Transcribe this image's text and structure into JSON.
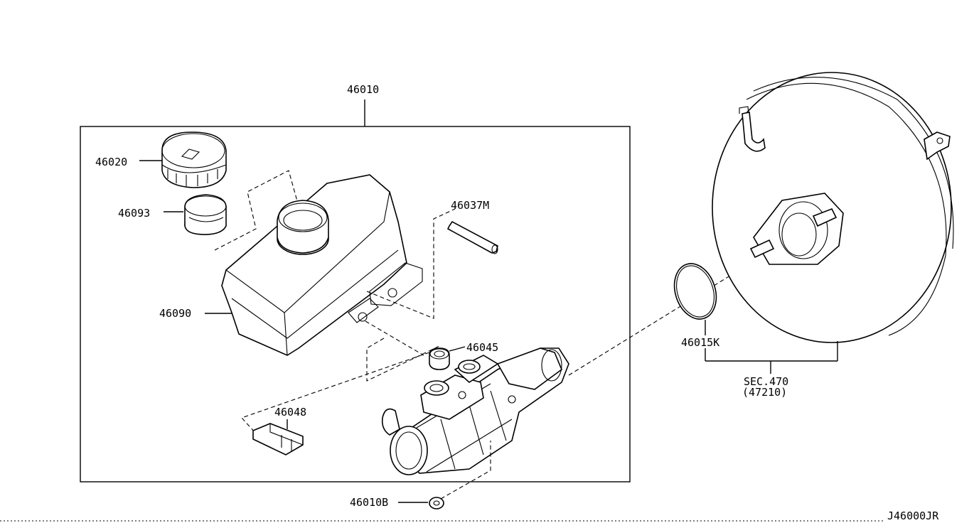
{
  "diagram": {
    "labels": {
      "assembly": "46010",
      "cap": "46020",
      "strainer": "46093",
      "pin": "46037M",
      "reservoir": "46090",
      "grommet": "46045",
      "connector": "46048",
      "seal": "46015K",
      "nut": "46010B",
      "section_ref": "SEC.470",
      "section_sub": "(47210)",
      "drawing_code": "J46000JR"
    }
  }
}
